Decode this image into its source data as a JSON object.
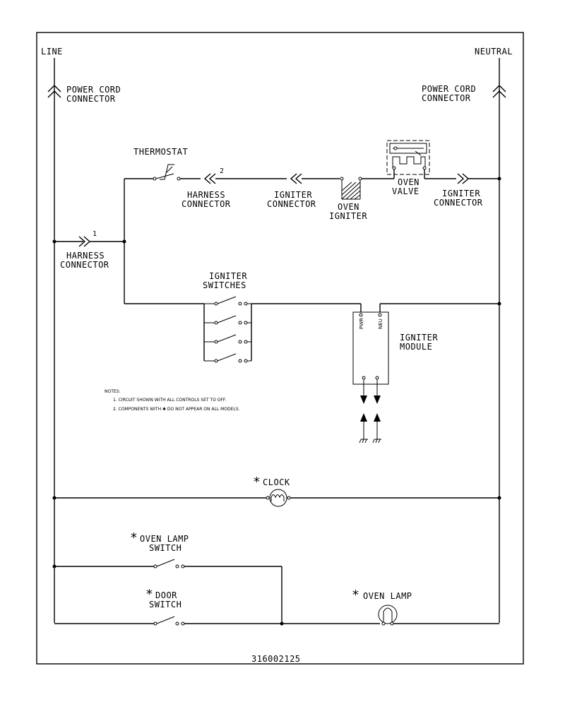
{
  "labels": {
    "line": "LINE",
    "neutral": "NEUTRAL",
    "power_cord_left": [
      "POWER CORD",
      "CONNECTOR"
    ],
    "power_cord_right": [
      "POWER CORD",
      "CONNECTOR"
    ],
    "thermostat": "THERMOSTAT",
    "harness_connector_2": [
      "HARNESS",
      "CONNECTOR"
    ],
    "igniter_connector_mid": [
      "IGNITER",
      "CONNECTOR"
    ],
    "oven_igniter": [
      "OVEN",
      "IGNITER"
    ],
    "oven_valve": [
      "OVEN",
      "VALVE"
    ],
    "igniter_connector_right": [
      "IGNITER",
      "CONNECTOR"
    ],
    "harness_connector_1": [
      "HARNESS",
      "CONNECTOR"
    ],
    "connector_1_number": "1",
    "connector_2_number": "2",
    "igniter_switches": [
      "IGNITER",
      "SWITCHES"
    ],
    "igniter_module": [
      "IGNITER",
      "MODULE"
    ],
    "module_pin_left": "PWR",
    "module_pin_right": "NEU",
    "clock": "CLOCK",
    "oven_lamp_switch": [
      "OVEN LAMP",
      "SWITCH"
    ],
    "door_switch": [
      "DOOR",
      "SWITCH"
    ],
    "oven_lamp": "OVEN LAMP",
    "asterisk": "*",
    "part_number": "316002125"
  },
  "notes": {
    "heading": "NOTES:",
    "items": [
      "1.  CIRCUIT SHOWN WITH ALL CONTROLS SET TO OFF.",
      "2.  COMPONENTS WITH ✱ DO NOT APPEAR ON ALL MODELS."
    ]
  },
  "colors": {
    "ink": "#000000",
    "paper": "#ffffff"
  }
}
